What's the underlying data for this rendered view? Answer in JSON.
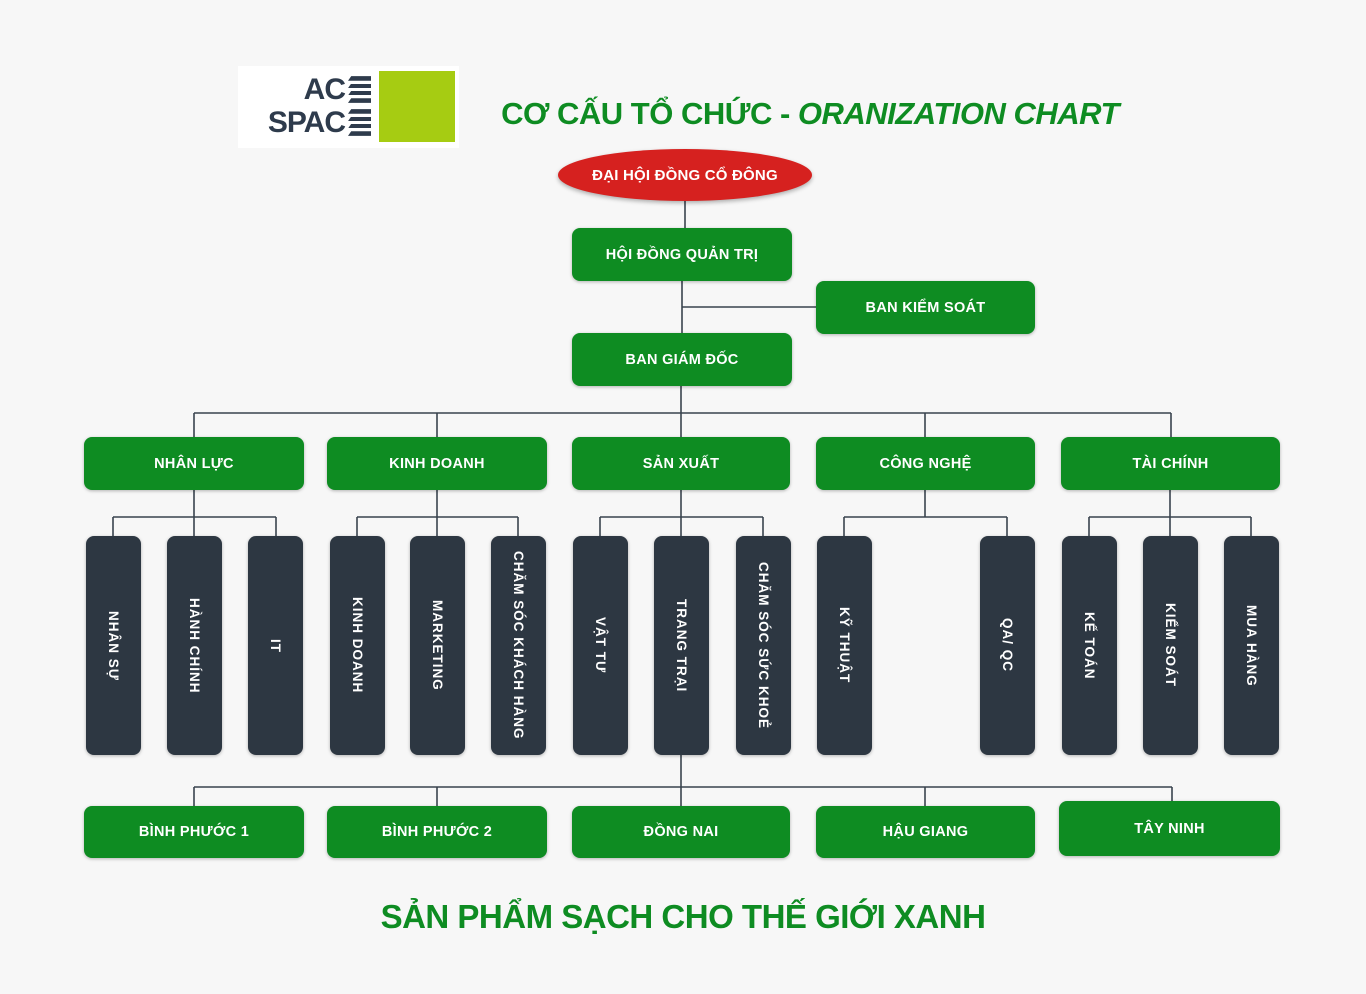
{
  "logo": {
    "line1": "AC",
    "line2": "SPAC"
  },
  "header": {
    "title_vi": "CƠ CẤU TỔ CHỨC - ",
    "title_en": "ORANIZATION CHART"
  },
  "org": {
    "root": "ĐẠI HỘI ĐỒNG CỔ ĐÔNG",
    "board": "HỘI ĐỒNG QUẢN TRỊ",
    "supervisory": "BAN KIỂM SOÁT",
    "executive": "BAN GIÁM ĐỐC",
    "departments": [
      {
        "label": "NHÂN LỰC",
        "teams": [
          "NHÂN SỰ",
          "HÀNH CHÍNH",
          "IT"
        ]
      },
      {
        "label": "KINH DOANH",
        "teams": [
          "KINH DOANH",
          "MARKETING",
          "CHĂM SÓC KHÁCH HÀNG"
        ]
      },
      {
        "label": "SẢN XUẤT",
        "teams": [
          "VẬT TƯ",
          "TRANG TRẠI",
          "CHĂM SÓC SỨC KHOẺ"
        ]
      },
      {
        "label": "CÔNG NGHỆ",
        "teams": [
          "KỸ THUẬT",
          "QA/ QC"
        ]
      },
      {
        "label": "TÀI CHÍNH",
        "teams": [
          "KẾ TOÁN",
          "KIỂM SOÁT",
          "MUA HÀNG"
        ]
      }
    ],
    "sites": [
      "BÌNH PHƯỚC 1",
      "BÌNH PHƯỚC 2",
      "ĐỒNG NAI",
      "HẬU GIANG",
      "TÂY NINH"
    ]
  },
  "footer": {
    "slogan": "SẢN PHẨM SẠCH CHO THẾ GIỚI XANH"
  },
  "colors": {
    "green": "#0e8c22",
    "red": "#d6211f",
    "dark": "#2d3742",
    "lime": "#a6cc12",
    "navy": "#2e3b4c",
    "line": "#39434e",
    "background": "#f7f7f7"
  }
}
